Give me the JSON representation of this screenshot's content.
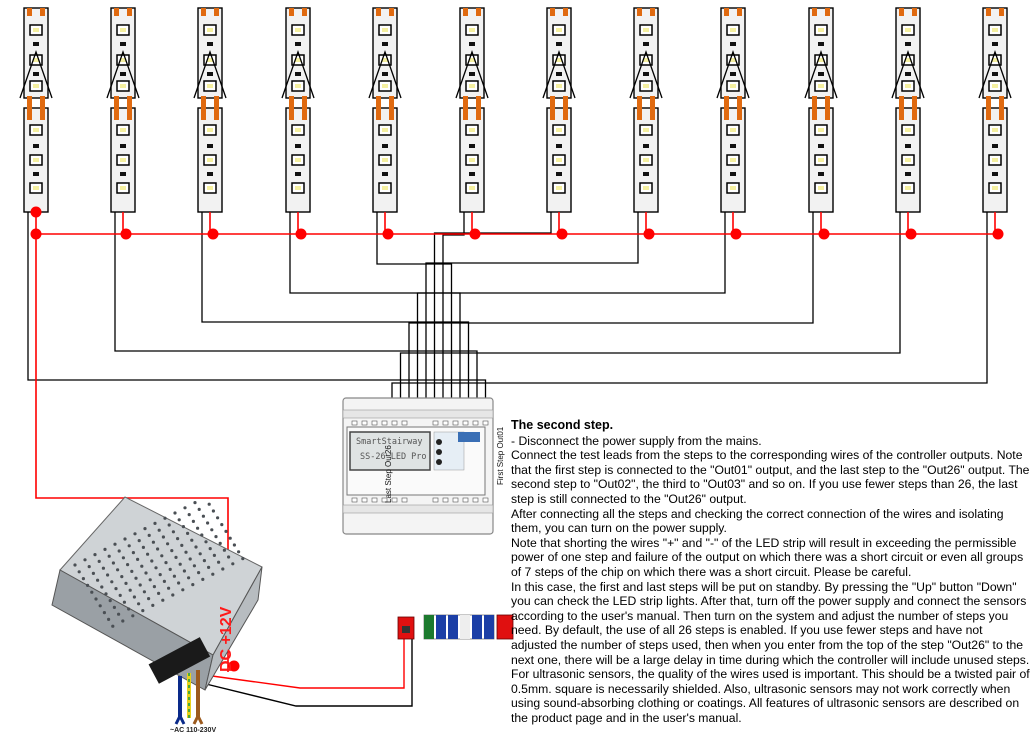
{
  "diagram": {
    "step_count": 12,
    "psu_label": "DC +12V",
    "ac_label": "~AC 110-230V",
    "first_step_label": "First Step  Out01",
    "last_step_label": "Last Step  Out26",
    "controller": {
      "lcd_line1": "SmartStairway",
      "lcd_line2": "SS-26 LED Pro"
    },
    "colors": {
      "power_wire": "#ff0000",
      "signal_wire": "#000000",
      "led_strip": "#f2f2f2",
      "led_pad": "#e06a10",
      "ac_brown": "#9c5a1e",
      "ac_blue": "#0a2a8a",
      "ac_green": "#4aa83a"
    }
  },
  "instructions": {
    "title": "The second step.",
    "paragraphs": [
      "- Disconnect the power supply from the mains.",
      "Connect the test leads from the steps to the corresponding wires of the controller outputs. Note that the first step is connected to the \"Out01\" output, and the last step to the \"Out26\" output. The second step to \"Out02\", the third to \"Out03\" and so on. If you use fewer steps than 26, the last step is still connected to the \"Out26\" output.",
      "After connecting all the steps and checking the correct connection of the wires and isolating them, you can turn on the power supply.",
      "Note that shorting the wires \"+\" and \"-\" of the LED strip will result in exceeding the permissible power of one step and failure of the output on which there was a short circuit or even all groups of 7 steps of the chip on which there was a short circuit. Please be careful.",
      "In this case, the first and last steps will be put on standby. By pressing the \"Up\" button \"Down\" you can check the LED strip lights. After that, turn off the power supply and connect the sensors according to the user's manual. Then turn on the system and adjust the number of steps you need. By default, the use of all 26 steps is enabled. If you use fewer steps and have not adjusted the number of steps used, then when you enter from the top of the step \"Out26\" to the next one, there will be a large delay in time during which the controller will include unused steps.",
      "For ultrasonic sensors, the quality of the wires used is important. This should be a twisted pair of 0.5mm. square is necessarily shielded. Also, ultrasonic sensors may not work correctly when using sound-absorbing clothing or coatings. All features of ultrasonic sensors are described on the product page and in the user's manual."
    ]
  }
}
